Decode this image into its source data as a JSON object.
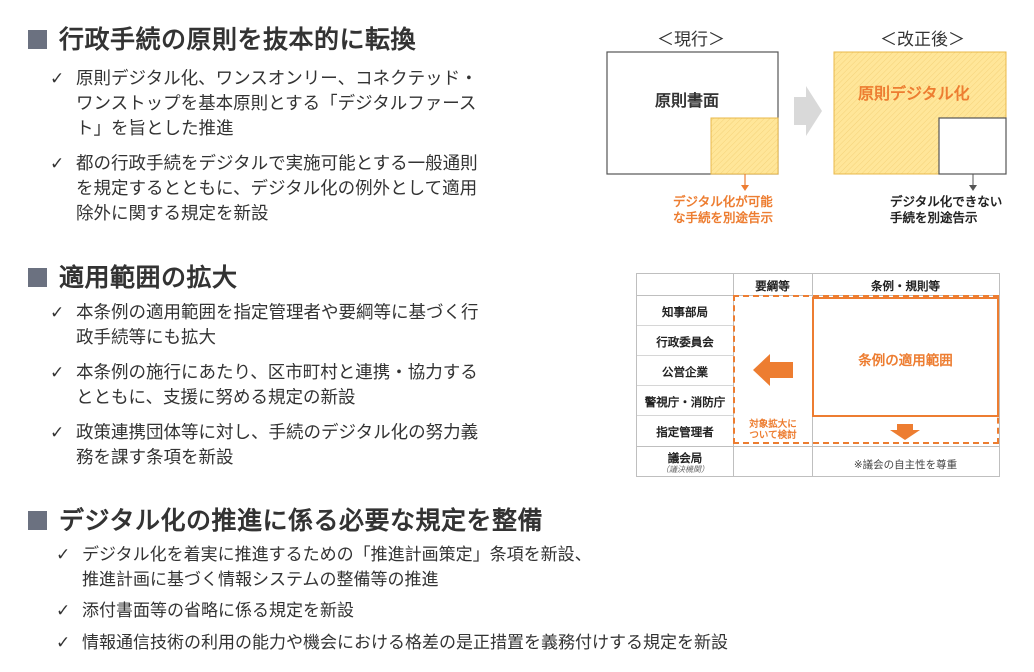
{
  "sections": [
    {
      "title": "行政手続の原則を抜本的に転換",
      "bullets": [
        {
          "lines": [
            "原則デジタル化、ワンスオンリー、コネクテッド・",
            "ワンストップを基本原則とする「デジタルファース",
            "ト」を旨とした推進"
          ]
        },
        {
          "lines": [
            "都の行政手続をデジタルで実施可能とする一般通則",
            "を規定するとともに、デジタル化の例外として適用",
            "除外に関する規定を新設"
          ]
        }
      ]
    },
    {
      "title": "適用範囲の拡大",
      "bullets": [
        {
          "lines": [
            "本条例の適用範囲を指定管理者や要綱等に基づく行",
            "政手続等にも拡大"
          ]
        },
        {
          "lines": [
            "本条例の施行にあたり、区市町村と連携・協力する",
            "とともに、支援に努める規定の新設"
          ]
        },
        {
          "lines": [
            "政策連携団体等に対し、手続のデジタル化の努力義",
            "務を課す条項を新設"
          ]
        }
      ]
    },
    {
      "title": "デジタル化の推進に係る必要な規定を整備",
      "bullets": [
        {
          "lines": [
            "デジタル化を着実に推進するための「推進計画策定」条項を新設、",
            "推進計画に基づく情報システムの整備等の推進"
          ]
        },
        {
          "lines": [
            "添付書面等の省略に係る規定を新設"
          ]
        },
        {
          "lines": [
            "情報通信技術の利用の能力や機会における格差の是正措置を義務付けする規定を新設"
          ]
        }
      ]
    }
  ],
  "check_mark": "✓",
  "diagram1": {
    "current_label": "＜現行＞",
    "revised_label": "＜改正後＞",
    "current_main": "原則書面",
    "current_note_lines": [
      "デジタル化が可能",
      "な手続を別途告示"
    ],
    "revised_main": "原則デジタル化",
    "revised_note_lines": [
      "デジタル化できない",
      "手続を別途告示"
    ]
  },
  "diagram2": {
    "col_headers": [
      "要綱等",
      "条例・規則等"
    ],
    "rows": [
      "知事部局",
      "行政委員会",
      "公営企業",
      "警視庁・消防庁",
      "指定管理者"
    ],
    "last_row": {
      "label": "議会局",
      "sub": "（議決機関）",
      "note": "※議会の自主性を尊重"
    },
    "scope_label": "条例の適用範囲",
    "expand_note_lines": [
      "対象拡大に",
      "ついて検討"
    ]
  },
  "colors": {
    "accent_orange": "#ed7d31",
    "yellow_fill": "#ffe699",
    "square_gray": "#6b7180",
    "arrow_gray": "#d9d9d9"
  }
}
